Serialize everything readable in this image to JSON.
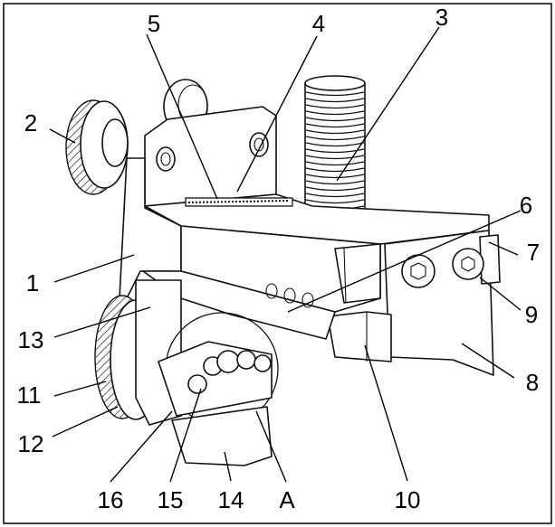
{
  "figure": {
    "callouts": [
      {
        "id": "c1",
        "text": "1"
      },
      {
        "id": "c2",
        "text": "2"
      },
      {
        "id": "c3",
        "text": "3"
      },
      {
        "id": "c4",
        "text": "4"
      },
      {
        "id": "c5",
        "text": "5"
      },
      {
        "id": "c6",
        "text": "6"
      },
      {
        "id": "c7",
        "text": "7"
      },
      {
        "id": "c8",
        "text": "8"
      },
      {
        "id": "c9",
        "text": "9"
      },
      {
        "id": "c10",
        "text": "10"
      },
      {
        "id": "c11",
        "text": "11"
      },
      {
        "id": "c12",
        "text": "12"
      },
      {
        "id": "c13",
        "text": "13"
      },
      {
        "id": "c14",
        "text": "14"
      },
      {
        "id": "c15",
        "text": "15"
      },
      {
        "id": "c16",
        "text": "16"
      },
      {
        "id": "cA",
        "text": "A"
      }
    ]
  }
}
